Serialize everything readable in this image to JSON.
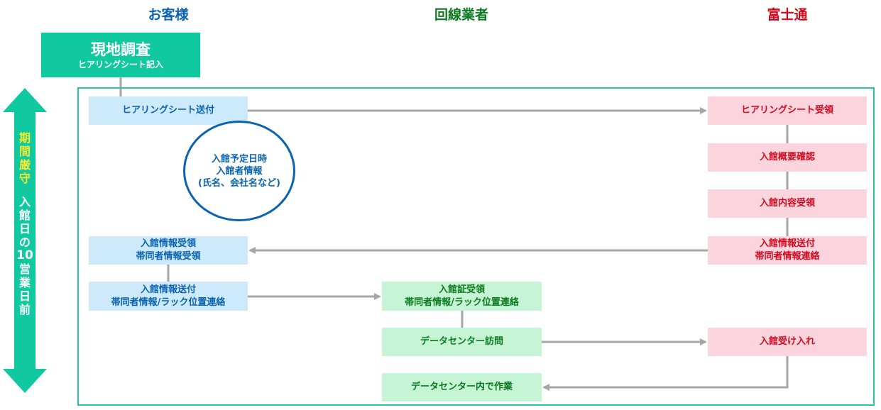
{
  "headers": {
    "customer": "お客様",
    "carrier": "回線業者",
    "fujitsu": "富士通"
  },
  "colors": {
    "customer_text": "#0a63b0",
    "carrier_text": "#0b7a1e",
    "fujitsu_text": "#d10b1f",
    "teal": "#11c9a0",
    "arrow": "#a6a6a6"
  },
  "survey": {
    "title": "現地調査",
    "subtitle": "ヒアリングシート記入"
  },
  "side_label": {
    "deadline_chars": [
      "期",
      "間",
      "厳",
      "守"
    ],
    "period_chars": [
      "入",
      "館",
      "日",
      "の",
      "10",
      "営",
      "業",
      "日",
      "前"
    ]
  },
  "info_circle": {
    "lines": [
      "入館予定日時",
      "入館者情報",
      "(氏名、会社名など)"
    ]
  },
  "customer_boxes": {
    "send_sheet": [
      "ヒアリングシート送付"
    ],
    "receive_info": [
      "入館情報受領",
      "帯同者情報受領"
    ],
    "send_info": [
      "入館情報送付",
      "帯同者情報/ラック位置連絡"
    ]
  },
  "carrier_boxes": {
    "receive_pass": [
      "入館証受領",
      "帯同者情報/ラック位置連絡"
    ],
    "visit": [
      "データセンター訪問"
    ],
    "work": [
      "データセンター内で作業"
    ]
  },
  "fujitsu_boxes": {
    "receive_sheet": [
      "ヒアリングシート受領"
    ],
    "confirm": [
      "入館概要確認"
    ],
    "receive_content": [
      "入館内容受領"
    ],
    "send_info": [
      "入館情報送付",
      "帯同者情報連絡"
    ],
    "accept": [
      "入館受け入れ"
    ]
  }
}
